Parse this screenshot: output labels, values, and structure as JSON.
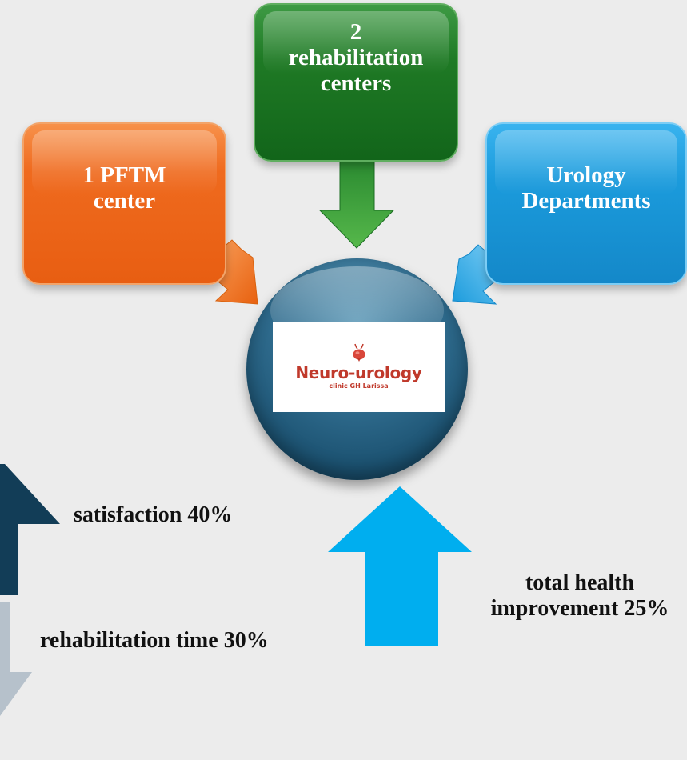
{
  "boxes": {
    "pftm": {
      "text": "1 PFTM\ncenter",
      "color": "#ef6a1e"
    },
    "rehab": {
      "text": "2\nrehabilitation\ncenters",
      "color": "#1f7a25"
    },
    "urology": {
      "text": "Urology\nDepartments",
      "color": "#1b9bdc"
    }
  },
  "hub": {
    "logo_title": "Neuro-urology",
    "logo_subtitle": "clinic GH Larissa",
    "logo_icon": "bladder-icon"
  },
  "indicators": {
    "satisfaction": {
      "text": "satisfaction 40%",
      "direction": "up",
      "color": "#123d57"
    },
    "rehab_time": {
      "text": "rehabilitation time 30%",
      "direction": "down",
      "color": "#b6c1cb"
    },
    "health": {
      "text": "total health\nimprovement 25%",
      "direction": "up",
      "color": "#00aeef"
    }
  }
}
